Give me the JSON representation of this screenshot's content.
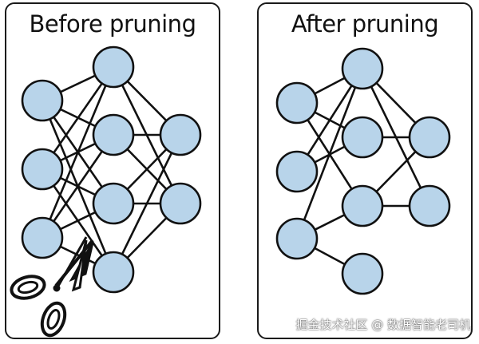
{
  "panels": {
    "before": {
      "title": "Before pruning"
    },
    "after": {
      "title": "After pruning"
    }
  },
  "icons": {
    "scissors": "scissors-icon"
  },
  "colors": {
    "node_fill": "#b8d4ea",
    "stroke": "#111111",
    "background": "#ffffff"
  },
  "watermark": "掘金技术社区 @ 数据智能老司机"
}
